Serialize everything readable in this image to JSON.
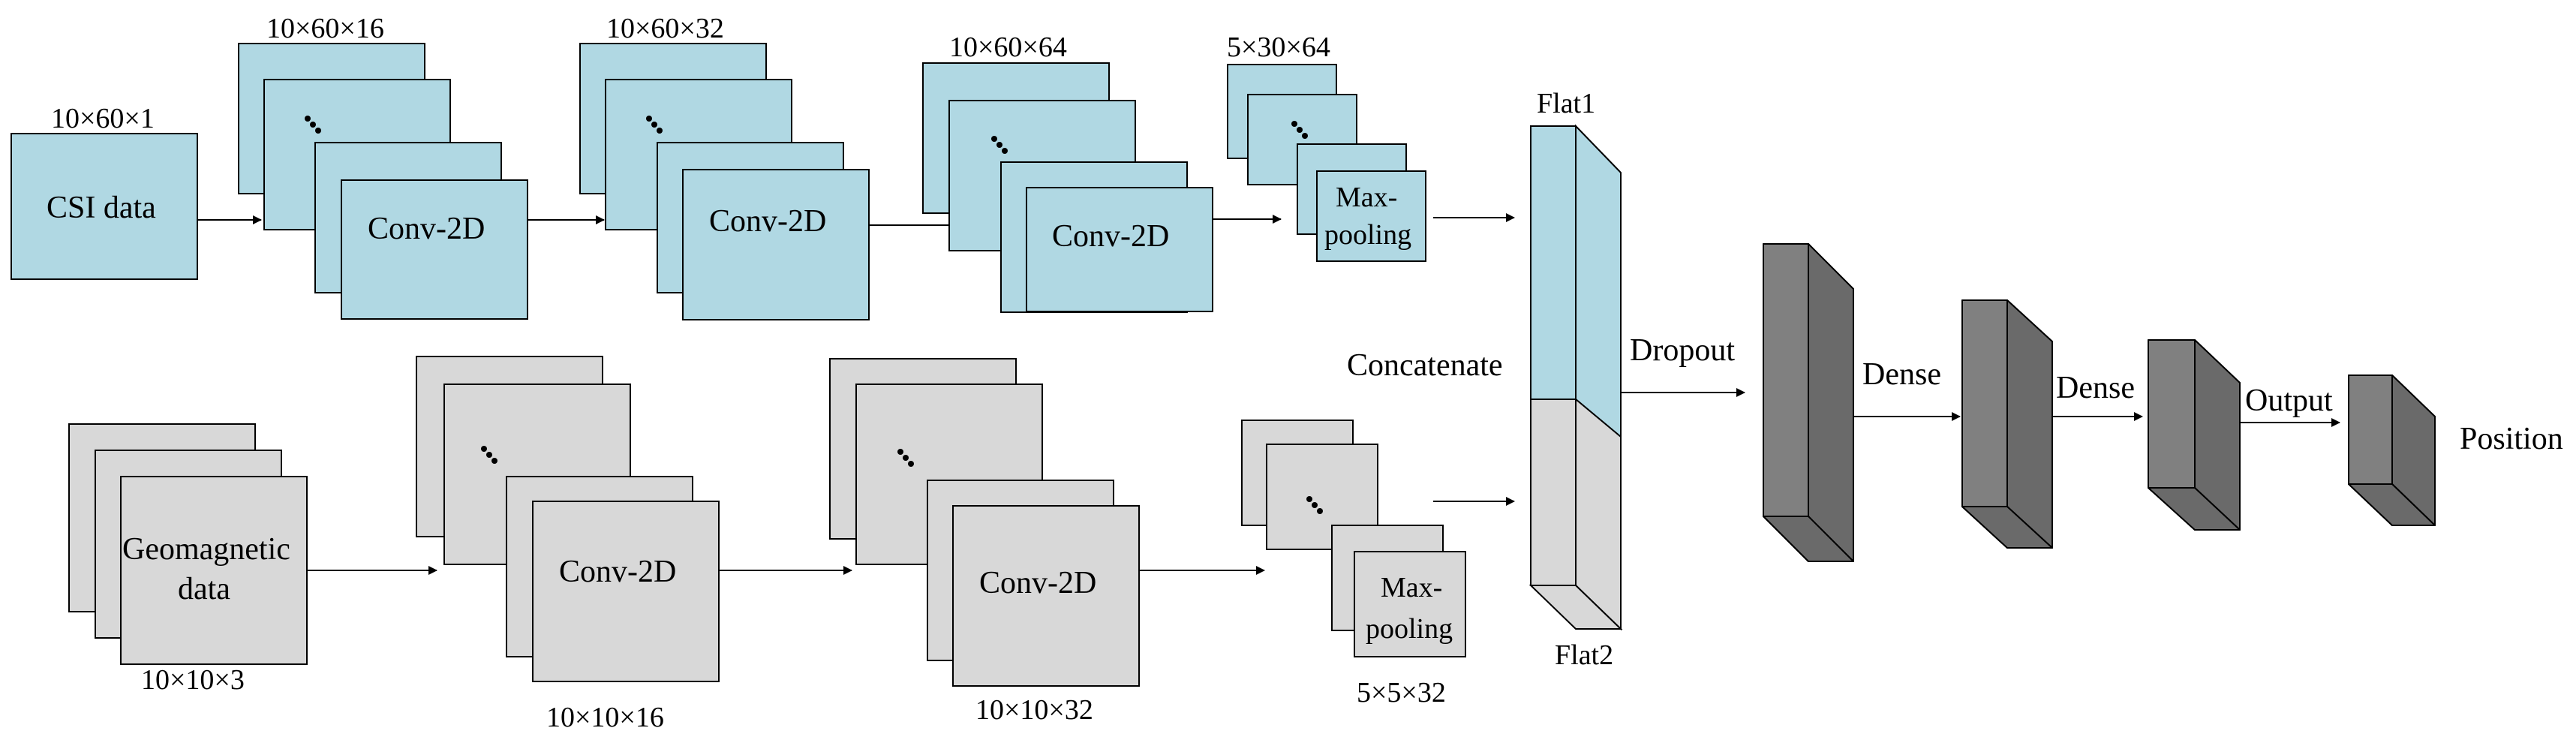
{
  "diagram": {
    "csi": {
      "input_dims": "10×60×1",
      "input_label": "CSI data",
      "conv1_dims": "10×60×16",
      "conv1_label": "Conv-2D",
      "conv2_dims": "10×60×32",
      "conv2_label": "Conv-2D",
      "conv3_dims": "10×60×64",
      "conv3_label": "Conv-2D",
      "pool_dims": "5×30×64",
      "pool_label_1": "Max-",
      "pool_label_2": "pooling"
    },
    "geo": {
      "input_label_1": "Geomagnetic",
      "input_label_2": "data",
      "input_dims": "10×10×3",
      "conv1_label": "Conv-2D",
      "conv1_dims": "10×10×16",
      "conv2_label": "Conv-2D",
      "conv2_dims": "10×10×32",
      "pool_label_1": "Max-",
      "pool_label_2": "pooling",
      "pool_dims": "5×5×32"
    },
    "merge": {
      "flat1": "Flat1",
      "flat2": "Flat2",
      "concatenate": "Concatenate",
      "dropout": "Dropout",
      "dense1": "Dense",
      "dense2": "Dense",
      "output": "Output",
      "position": "Position"
    },
    "colors": {
      "csi_fill": "#b0d8e3",
      "geo_fill": "#d8d8d8",
      "dense_front": "#808080",
      "dense_side": "#6a6a6a",
      "dense_top": "#9a9a9a"
    }
  }
}
